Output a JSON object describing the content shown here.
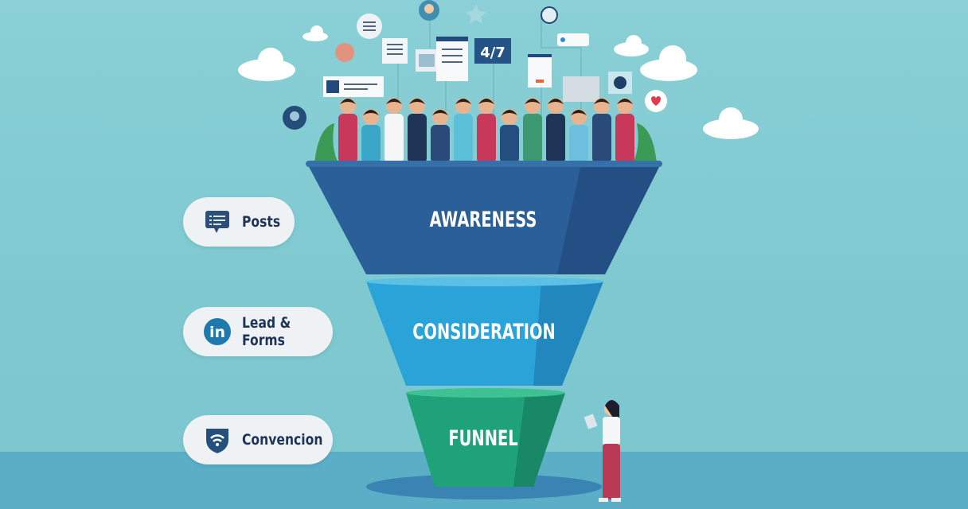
{
  "funnel": {
    "stages": [
      {
        "label": "AWARENESS",
        "color": "#2b5f98"
      },
      {
        "label": "CONSIDERATION",
        "color": "#2aa3d8"
      },
      {
        "label": "FUNNEL",
        "color": "#1fa27a"
      }
    ]
  },
  "channels": [
    {
      "label": "Posts",
      "icon": "chat-list-icon"
    },
    {
      "label": "Lead & Forms",
      "icon": "linkedin-icon"
    },
    {
      "label": "Convencion",
      "icon": "wifi-shield-icon"
    }
  ],
  "floating_badge": "4/7"
}
